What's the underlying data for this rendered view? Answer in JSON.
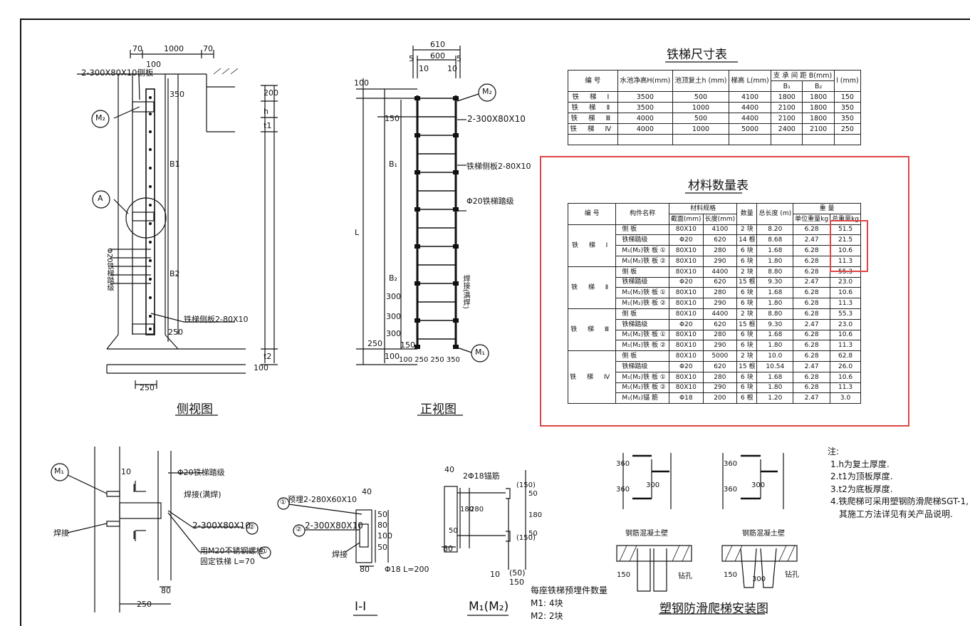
{
  "size_table": {
    "title": "铁梯尺寸表",
    "headers": {
      "no": "编 号",
      "H": "水池净高H(mm)",
      "h": "池顶复土h (mm)",
      "L": "梯高 L(mm)",
      "B": "支 承 间 距 B(mm)",
      "B1": "B₁",
      "B2": "B₂",
      "l": "l (mm)"
    },
    "rows": [
      {
        "no": "铁 梯 Ⅰ",
        "H": "3500",
        "h": "500",
        "L": "4100",
        "B1": "1800",
        "B2": "1800",
        "l": "150"
      },
      {
        "no": "铁 梯 Ⅱ",
        "H": "3500",
        "h": "1000",
        "L": "4400",
        "B1": "2100",
        "B2": "1800",
        "l": "350"
      },
      {
        "no": "铁 梯 Ⅲ",
        "H": "4000",
        "h": "500",
        "L": "4400",
        "B1": "2100",
        "B2": "1800",
        "l": "350"
      },
      {
        "no": "铁 梯 Ⅳ",
        "H": "4000",
        "h": "1000",
        "L": "5000",
        "B1": "2400",
        "B2": "2100",
        "l": "250"
      }
    ]
  },
  "material_table": {
    "title": "材料数量表",
    "headers": {
      "no": "编 号",
      "name": "构件名称",
      "spec": "材料规格",
      "section": "截面(mm)",
      "length": "长度(mm)",
      "qty": "数量",
      "total_len": "总长度 (m)",
      "weight": "重 量",
      "unit_weight": "单位重量kg",
      "total_weight": "总重量kg"
    },
    "groups": [
      {
        "no": "铁 梯 Ⅰ",
        "rows": [
          [
            "侧 板",
            "80X10",
            "4100",
            "2 块",
            "8.20",
            "6.28",
            "51.5"
          ],
          [
            "铁梯踏级",
            "Φ20",
            "620",
            "14 根",
            "8.68",
            "2.47",
            "21.5"
          ],
          [
            "M₁(M₂)铁 板 ①",
            "80X10",
            "280",
            "6 块",
            "1.68",
            "6.28",
            "10.6"
          ],
          [
            "M₁(M₂)铁 板 ②",
            "80X10",
            "290",
            "6 块",
            "1.80",
            "6.28",
            "11.3"
          ]
        ]
      },
      {
        "no": "铁 梯 Ⅱ",
        "rows": [
          [
            "侧 板",
            "80X10",
            "4400",
            "2 块",
            "8.80",
            "6.28",
            "55.3"
          ],
          [
            "铁梯踏级",
            "Φ20",
            "620",
            "15 根",
            "9.30",
            "2.47",
            "23.0"
          ],
          [
            "M₁(M₂)铁 板 ①",
            "80X10",
            "280",
            "6 块",
            "1.68",
            "6.28",
            "10.6"
          ],
          [
            "M₁(M₂)铁 板 ②",
            "80X10",
            "290",
            "6 块",
            "1.80",
            "6.28",
            "11.3"
          ]
        ]
      },
      {
        "no": "铁 梯 Ⅲ",
        "rows": [
          [
            "侧 板",
            "80X10",
            "4400",
            "2 块",
            "8.80",
            "6.28",
            "55.3"
          ],
          [
            "铁梯踏级",
            "Φ20",
            "620",
            "15 根",
            "9.30",
            "2.47",
            "23.0"
          ],
          [
            "M₁(M₂)铁 板 ①",
            "80X10",
            "280",
            "6 块",
            "1.68",
            "6.28",
            "10.6"
          ],
          [
            "M₁(M₂)铁 板 ②",
            "80X10",
            "290",
            "6 块",
            "1.80",
            "6.28",
            "11.3"
          ]
        ]
      },
      {
        "no": "铁 梯 Ⅳ",
        "rows": [
          [
            "侧 板",
            "80X10",
            "5000",
            "2 块",
            "10.0",
            "6.28",
            "62.8"
          ],
          [
            "铁梯踏级",
            "Φ20",
            "620",
            "15 根",
            "10.54",
            "2.47",
            "26.0"
          ],
          [
            "M₁(M₂)铁 板 ①",
            "80X10",
            "280",
            "6 块",
            "1.68",
            "6.28",
            "10.6"
          ],
          [
            "M₁(M₂)铁 板 ②",
            "80X10",
            "290",
            "6 块",
            "1.80",
            "6.28",
            "11.3"
          ]
        ]
      }
    ],
    "last_row": [
      "M₁(M₂)锚 筋",
      "Φ18",
      "200",
      "6 根",
      "1.20",
      "2.47",
      "3.0"
    ]
  },
  "notes": {
    "title": "注:",
    "items": [
      "1.h为复土厚度.",
      "2.t1为顶板厚度.",
      "3.t2为底板厚度.",
      "4.铁爬梯可采用塑钢防滑爬梯SGT-1,",
      "其施工方法详见有关产品说明."
    ]
  },
  "captions": {
    "side_view": "侧视图",
    "front_view": "正视图",
    "section": "I-I",
    "embed": "M₁(M₂)",
    "install": "塑钢防滑爬梯安装图"
  },
  "labels": {
    "d70a": "70",
    "d1000": "1000",
    "d70b": "70",
    "d100": "100",
    "side_plate_top": "2-300X80X10侧板",
    "m2": "M₂",
    "a": "A",
    "d350": "350",
    "d200": "200",
    "h": "h",
    "t1": "t1",
    "b1": "B1",
    "b2": "B2",
    "step": "Φ20铁梯踏级",
    "side_plate": "铁梯侧板2-80X10",
    "d250": "250",
    "t2": "t2",
    "d100b": "100",
    "d250b": "250",
    "f610": "610",
    "f600": "600",
    "f10a": "10",
    "f10b": "10",
    "f5a": "5",
    "f5b": "5",
    "f100": "100",
    "f150": "150",
    "fL": "L",
    "fb1": "B₁",
    "fb2": "B₂",
    "f300a": "300",
    "f300b": "300",
    "f300c": "300",
    "f250": "250",
    "f100b": "100",
    "f150b": "150",
    "f_bottom": "100 250 250 350",
    "fm2": "M₂",
    "fm1": "M₁",
    "f_plate": "2-300X80X10",
    "f_side": "铁梯侧板2-80X10",
    "f_step": "Φ20铁梯踏级",
    "f_weld": "焊接(满焊)",
    "d_m1": "M₁",
    "d_step": "Φ20铁梯踏级",
    "d_weld_full": "焊接(满焊)",
    "d_plate": "2-300X80X10",
    "d_c2": "②",
    "d_bolt1": "用M20不锈钢螺栓",
    "d_bolt2": "固定铁梯 L=70",
    "d_c1": "①",
    "d_weld": "焊接",
    "d_I1": "I",
    "d_I2": "I",
    "d_10": "10",
    "d_80": "80",
    "d_250": "250",
    "s_c1": "①",
    "s_pre": "预埋2-280X60X10",
    "s_c2": "②",
    "s_plate": "2-300X80X10",
    "s_weld": "焊接",
    "s_80": "80",
    "s_phi": "Φ18 L=200",
    "s_40": "40",
    "s_50a": "50",
    "s_80b": "80",
    "s_100": "100",
    "s_50b": "50",
    "m_anchor": "2Φ18锚筋",
    "m_40": "40",
    "m_180": "180",
    "m_280": "280",
    "m_50": "50",
    "m_150a": "(150)",
    "m_50r": "50",
    "m_180r": "180",
    "m_150b": "(150)",
    "m_50r2": "50",
    "m_80": "80",
    "m_10": "10",
    "m_50c": "(50)",
    "m_150": "150",
    "embed_qty": "每座铁梯预埋件数量",
    "embed_m1": "M1: 4块",
    "embed_m2": "M2: 2块",
    "i_360a": "360",
    "i_360b": "360",
    "i_300a": "300",
    "i_360c": "360",
    "i_360d": "360",
    "i_300b": "300",
    "i_wall1": "钢筋混凝土壁",
    "i_wall2": "钢筋混凝土壁",
    "i_drill1": "钻孔",
    "i_drill2": "钻孔",
    "i_150a": "150",
    "i_150b": "150",
    "i_300c": "300"
  }
}
